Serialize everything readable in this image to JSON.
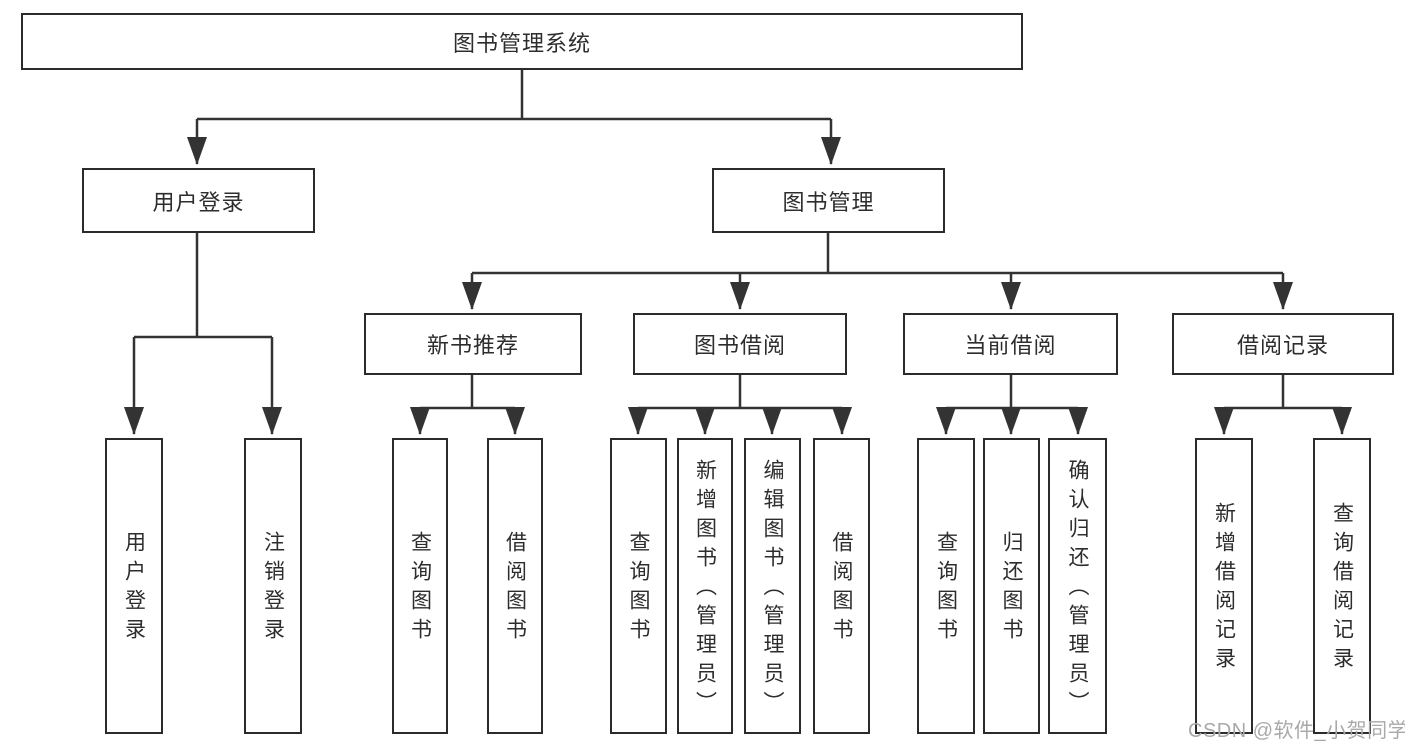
{
  "watermark": "CSDN @软件_小贺同学",
  "colors": {
    "line": "#333333",
    "box_border": "#2b2b2b",
    "text": "#2d2d2d",
    "watermark_gray": "#a9a9a9",
    "background": "#ffffff"
  },
  "tree": {
    "root": "图书管理系统",
    "branches": [
      {
        "label": "用户登录",
        "children": [
          "用户登录",
          "注销登录"
        ]
      },
      {
        "label": "图书管理",
        "children": [
          {
            "label": "新书推荐",
            "children": [
              "查询图书",
              "借阅图书"
            ]
          },
          {
            "label": "图书借阅",
            "children": [
              "查询图书",
              "新增图书（管理员）",
              "编辑图书（管理员）",
              "借阅图书"
            ]
          },
          {
            "label": "当前借阅",
            "children": [
              "查询图书",
              "归还图书",
              "确认归还（管理员）"
            ]
          },
          {
            "label": "借阅记录",
            "children": [
              "新增借阅记录",
              "查询借阅记录"
            ]
          }
        ]
      }
    ]
  }
}
